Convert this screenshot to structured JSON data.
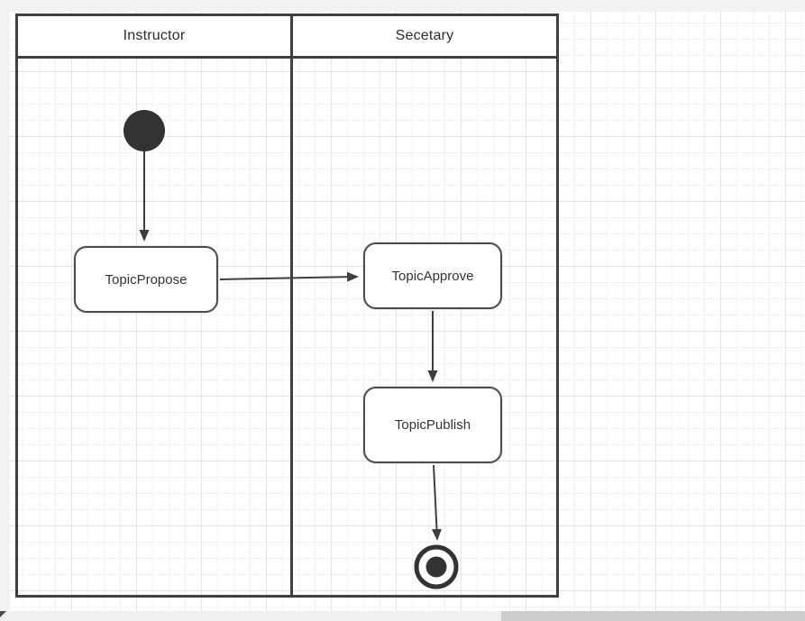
{
  "diagram": {
    "type": "uml-activity-swimlane",
    "lanes": [
      {
        "label": "Instructor"
      },
      {
        "label": "Secetary"
      }
    ],
    "nodes": [
      {
        "id": "start",
        "kind": "initial-node",
        "lane": "Instructor"
      },
      {
        "id": "propose",
        "kind": "action",
        "label": "TopicPropose",
        "lane": "Instructor"
      },
      {
        "id": "approve",
        "kind": "action",
        "label": "TopicApprove",
        "lane": "Secetary"
      },
      {
        "id": "publish",
        "kind": "action",
        "label": "TopicPublish",
        "lane": "Secetary"
      },
      {
        "id": "end",
        "kind": "activity-final-node",
        "lane": "Secetary"
      }
    ],
    "edges": [
      {
        "from": "start",
        "to": "propose"
      },
      {
        "from": "propose",
        "to": "approve"
      },
      {
        "from": "approve",
        "to": "publish"
      },
      {
        "from": "publish",
        "to": "end"
      }
    ],
    "colors": {
      "line": "#3f3f3f",
      "node_border": "#4c4c4c",
      "node_fill": "#ffffff",
      "pool_border": "#404040",
      "grid_minor": "#f2f2f2",
      "grid_major": "#e4e4e4",
      "canvas_margin": "#f2f2f2",
      "scrollbar_track": "#f0f0f0",
      "scrollbar_thumb": "#cdcdcd",
      "start_end_fill": "#333333"
    }
  }
}
